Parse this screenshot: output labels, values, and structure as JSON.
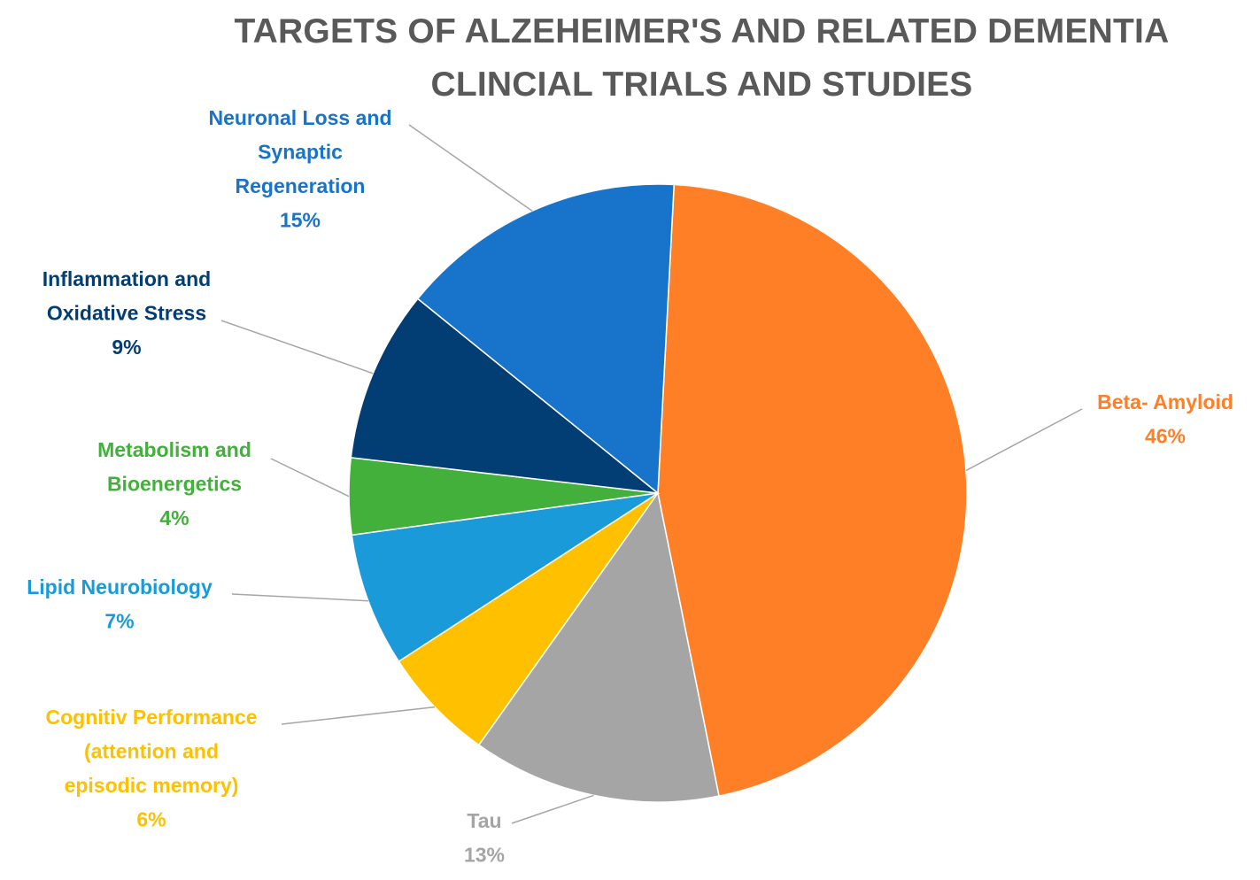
{
  "chart_data": {
    "type": "pie",
    "title": [
      "TARGETS OF ALZEHEIMER'S AND RELATED DEMENTIA",
      "CLINCIAL TRIALS AND STUDIES"
    ],
    "start_angle_deg": 3,
    "direction": "clockwise",
    "slices": [
      {
        "label": [
          "Beta- Amyloid"
        ],
        "value": 46,
        "value_label": "46%",
        "color": "#FF7F27"
      },
      {
        "label": [
          "Tau"
        ],
        "value": 13,
        "value_label": "13%",
        "color": "#A5A5A5"
      },
      {
        "label": [
          "Cognitiv Performance",
          "(attention and",
          "episodic memory)"
        ],
        "value": 6,
        "value_label": "6%",
        "color": "#FFC000"
      },
      {
        "label": [
          "Lipid Neurobiology"
        ],
        "value": 7,
        "value_label": "7%",
        "color": "#1B9AD9"
      },
      {
        "label": [
          "Metabolism and",
          "Bioenergetics"
        ],
        "value": 4,
        "value_label": "4%",
        "color": "#44B03C"
      },
      {
        "label": [
          "Inflammation and",
          "Oxidative Stress"
        ],
        "value": 9,
        "value_label": "9%",
        "color": "#023E73"
      },
      {
        "label": [
          "Neuronal Loss and",
          "Synaptic",
          "Regeneration"
        ],
        "value": 15,
        "value_label": "15%",
        "color": "#1873CA"
      }
    ],
    "label_color": "same-as-slice",
    "leader_line_color": "#A6A6A6",
    "legend": "none"
  }
}
